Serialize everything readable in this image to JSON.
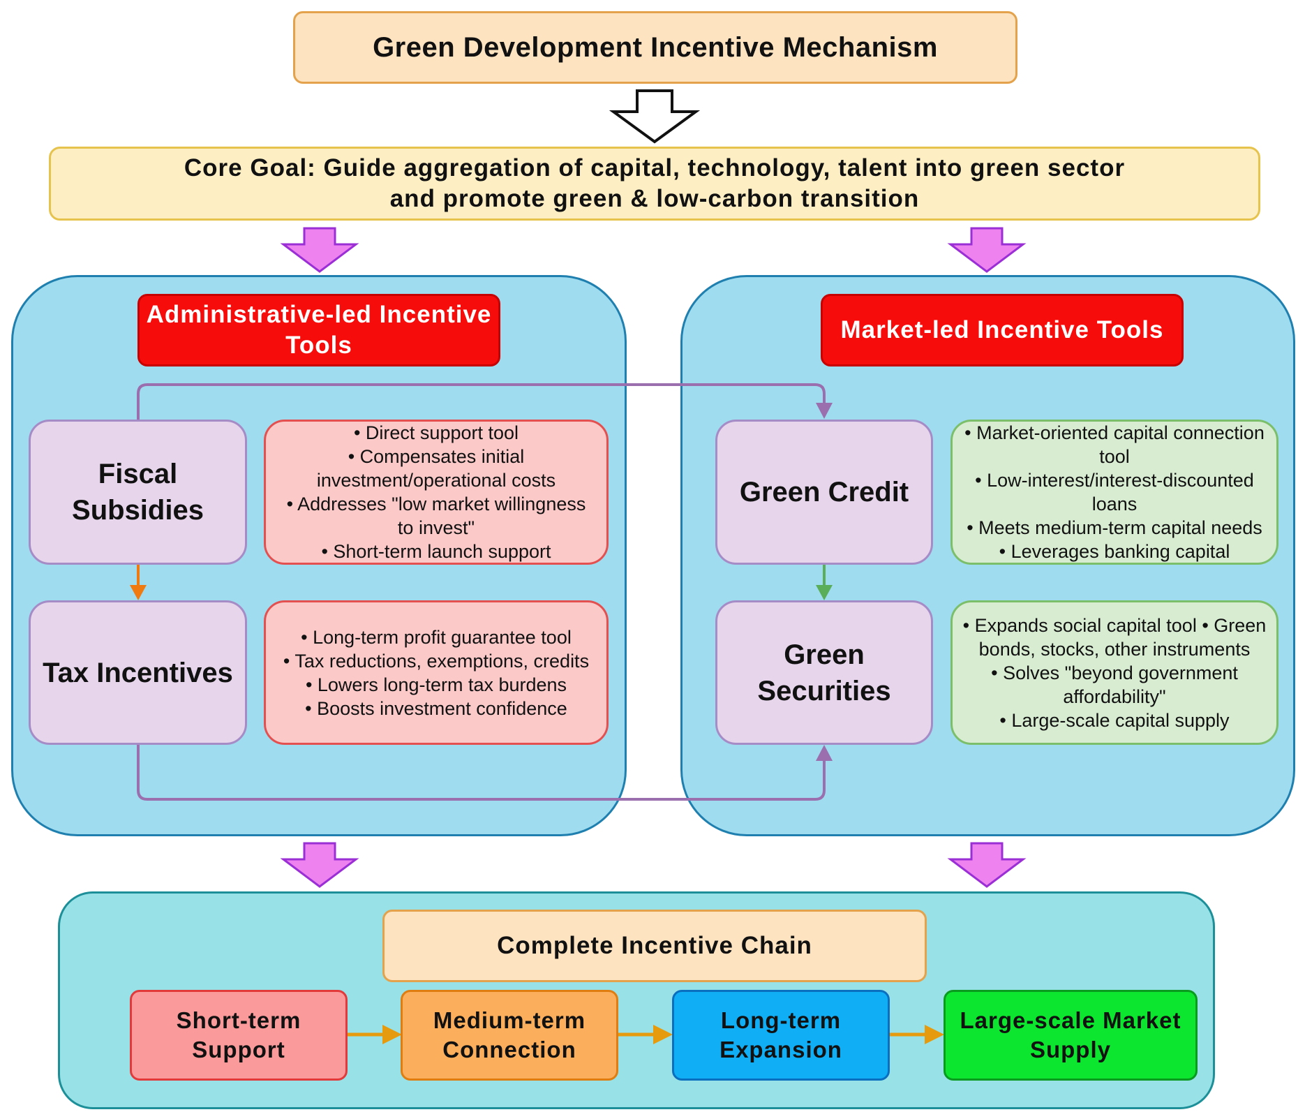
{
  "title": "Green Development Incentive Mechanism",
  "core_goal": {
    "line1": "Core Goal: Guide aggregation of capital, technology, talent into green sector",
    "line2": "and promote green & low-carbon transition"
  },
  "administrative": {
    "title_line1": "Administrative-led Incentive",
    "title_line2": "Tools",
    "fiscal": {
      "label_line1": "Fiscal",
      "label_line2": "Subsidies",
      "bullets": [
        "• Direct support tool",
        "• Compensates initial",
        "investment/operational costs",
        "• Addresses \"low market willingness",
        "to invest\"",
        "• Short-term launch support"
      ]
    },
    "tax": {
      "label": "Tax Incentives",
      "bullets": [
        "• Long-term profit guarantee tool",
        "• Tax reductions, exemptions, credits",
        "• Lowers long-term tax burdens",
        "• Boosts investment confidence"
      ]
    }
  },
  "market": {
    "title": "Market-led Incentive Tools",
    "credit": {
      "label": "Green Credit",
      "bullets": [
        "• Market-oriented capital connection",
        "tool",
        "• Low-interest/interest-discounted",
        "loans",
        "• Meets medium-term capital needs",
        "• Leverages banking capital"
      ]
    },
    "securities": {
      "label_line1": "Green",
      "label_line2": "Securities",
      "bullets": [
        "• Expands social capital tool • Green",
        "bonds, stocks, other instruments",
        "• Solves \"beyond government",
        "affordability\"",
        "• Large-scale capital supply"
      ]
    }
  },
  "chain": {
    "title": "Complete Incentive Chain",
    "steps": [
      {
        "line1": "Short-term",
        "line2": "Support"
      },
      {
        "line1": "Medium-term",
        "line2": "Connection"
      },
      {
        "line1": "Long-term",
        "line2": "Expansion"
      },
      {
        "line1": "Large-scale Market",
        "line2": "Supply"
      }
    ]
  },
  "colors": {
    "panel_fill": "#9fdcf0",
    "bottom_panel_fill": "#98e1e6",
    "title_red": "#f70c0c",
    "magenta_arrow": "#ee82ee",
    "purple_connector": "#9b6fae",
    "orange_arrow": "#e69a0e",
    "green_arrow": "#5aae5a",
    "step_short": "#fb9a9a",
    "step_medium": "#fbae5c",
    "step_long": "#10aef5",
    "step_large": "#0ce62e"
  }
}
